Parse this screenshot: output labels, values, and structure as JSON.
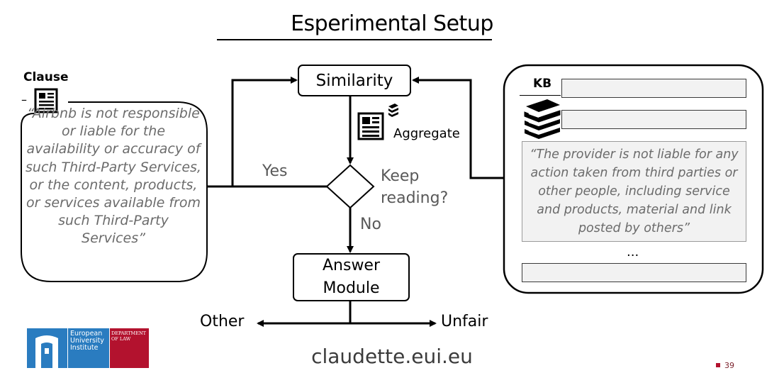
{
  "title": "Esperimental Setup",
  "clause": {
    "label": "Clause",
    "dash": "–",
    "text": "“Airbnb is not responsible or liable for the availability or accuracy of such Third-Party Services, or the content, products, or services available from such Third-Party Services”"
  },
  "nodes": {
    "similarity": "Similarity",
    "aggregate": "Aggregate",
    "decision": "Keep reading?",
    "yes": "Yes",
    "no": "No",
    "answer": "Answer Module",
    "other": "Other",
    "unfair": "Unfair"
  },
  "kb": {
    "label": "KB",
    "quote": "“The provider is not liable for any action taken from third parties or other people, including service and products, material and link posted by others”",
    "ellipsis": "..."
  },
  "logo": {
    "institute": "European University Institute",
    "department": "DEPARTMENT OF LAW",
    "blue": "#2a7cc0",
    "red": "#b3122e"
  },
  "footer": {
    "url": "claudette.eui.eu",
    "page": "39"
  },
  "colors": {
    "bar_fill": "#f2f2f2",
    "quote_text": "#6b6b6b",
    "accent_red": "#b3122e"
  }
}
